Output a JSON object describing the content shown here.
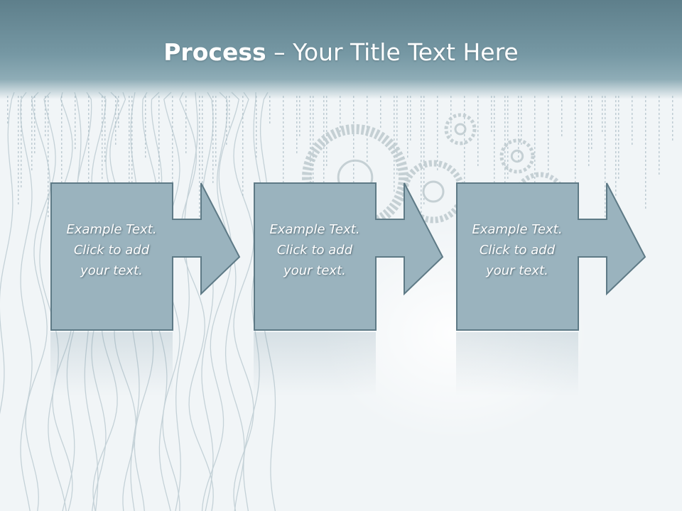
{
  "title": {
    "bold": "Process",
    "rest": " – Your Title Text Here"
  },
  "steps": [
    {
      "line1": "Example Text.",
      "line2": "Click  to add",
      "line3": "your text."
    },
    {
      "line1": "Example Text.",
      "line2": "Click  to add",
      "line3": "your text."
    },
    {
      "line1": "Example Text.",
      "line2": "Click  to add",
      "line3": "your text."
    }
  ],
  "colors": {
    "title_band": "#6f919d",
    "box_fill": "#9ab3be",
    "box_stroke": "#5e7a86",
    "background": "#f3f6f8"
  }
}
